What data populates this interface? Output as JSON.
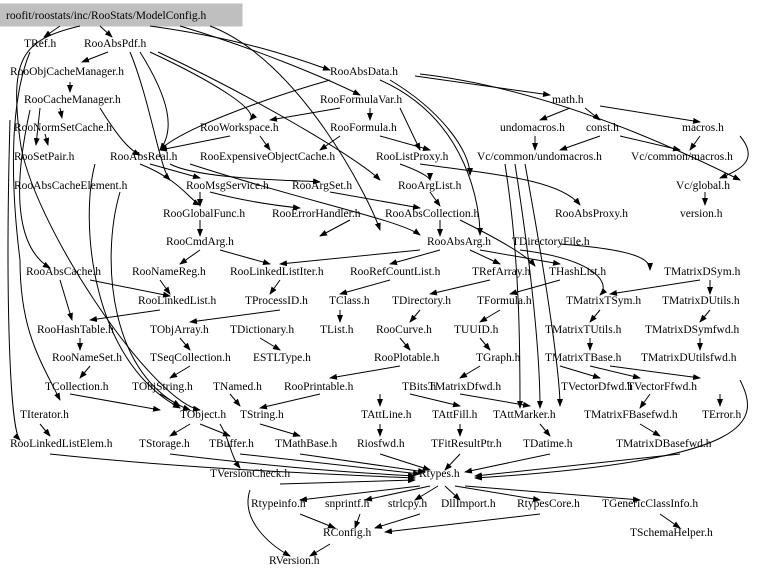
{
  "graph": {
    "root": "roofit/roostats/inc/RooStats/ModelConfig.h",
    "node_labels": [
      "TRef.h",
      "RooAbsPdf.h",
      "RooObjCacheManager.h",
      "RooAbsData.h",
      "RooCacheManager.h",
      "RooFormulaVar.h",
      "math.h",
      "RooNormSetCache.h",
      "RooWorkspace.h",
      "RooFormula.h",
      "undomacros.h",
      "const.h",
      "macros.h",
      "RooSetPair.h",
      "RooAbsReal.h",
      "RooExpensiveObjectCache.h",
      "RooListProxy.h",
      "Vc/common/undomacros.h",
      "Vc/common/macros.h",
      "RooAbsCacheElement.h",
      "RooMsgService.h",
      "RooArgSet.h",
      "RooArgList.h",
      "Vc/global.h",
      "RooGlobalFunc.h",
      "RooErrorHandler.h",
      "RooAbsCollection.h",
      "RooAbsProxy.h",
      "version.h",
      "RooCmdArg.h",
      "RooAbsArg.h",
      "TDirectoryFile.h",
      "RooAbsCache.h",
      "RooNameReg.h",
      "RooLinkedListIter.h",
      "RooRefCountList.h",
      "TRefArray.h",
      "THashList.h",
      "TMatrixDSym.h",
      "RooLinkedList.h",
      "TProcessID.h",
      "TClass.h",
      "TDirectory.h",
      "TFormula.h",
      "TMatrixTSym.h",
      "TMatrixDUtils.h",
      "RooHashTable.h",
      "TObjArray.h",
      "TDictionary.h",
      "TList.h",
      "RooCurve.h",
      "TUUID.h",
      "TMatrixTUtils.h",
      "TMatrixDSymfwd.h",
      "RooNameSet.h",
      "TSeqCollection.h",
      "ESTLType.h",
      "RooPlotable.h",
      "TGraph.h",
      "TMatrixTBase.h",
      "TMatrixDUtilsfwd.h",
      "TCollection.h",
      "TObjString.h",
      "TNamed.h",
      "RooPrintable.h",
      "TBits.h",
      "TMatrixDfwd.h",
      "TVectorDfwd.h",
      "TVectorFfwd.h",
      "TIterator.h",
      "TObject.h",
      "TString.h",
      "TAttLine.h",
      "TAttFill.h",
      "TAttMarker.h",
      "TMatrixFBasefwd.h",
      "TError.h",
      "RooLinkedListElem.h",
      "TStorage.h",
      "TBuffer.h",
      "TMathBase.h",
      "Riosfwd.h",
      "TFitResultPtr.h",
      "TDatime.h",
      "TMatrixDBasefwd.h",
      "TVersionCheck.h",
      "Rtypes.h",
      "Rtypeinfo.h",
      "snprintf.h",
      "strlcpy.h",
      "DllImport.h",
      "RtypesCore.h",
      "TGenericClassInfo.h",
      "RConfig.h",
      "TSchemaHelper.h",
      "RVersion.h"
    ]
  }
}
